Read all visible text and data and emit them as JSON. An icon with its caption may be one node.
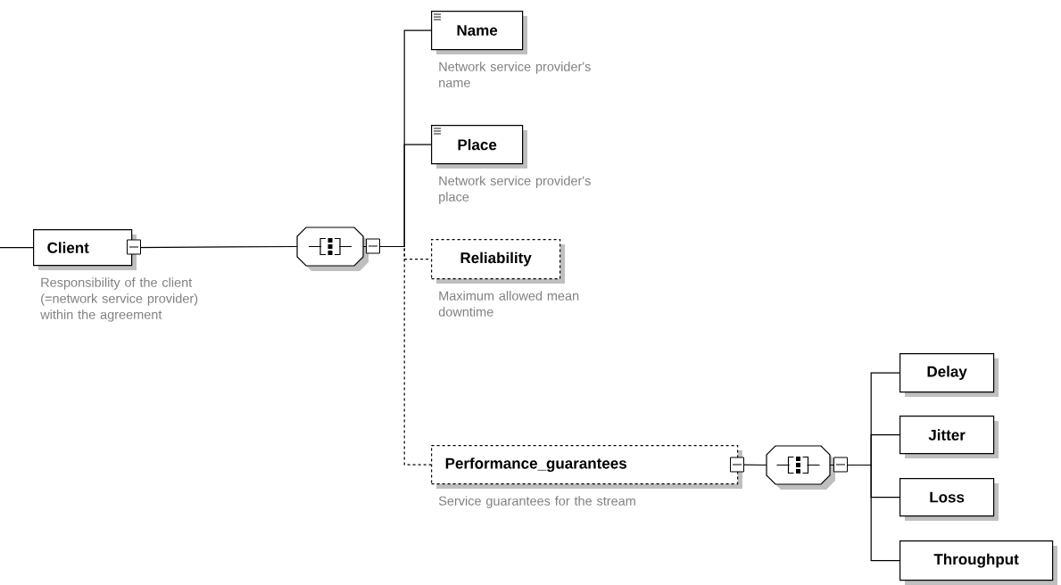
{
  "diagram": {
    "nodes": [
      {
        "text": [
          "Client"
        ],
        "beside": [
          "Responsibility of the client (=network service provider) within the agreement"
        ]
      },
      {
        "text": [],
        "shape": "octagon"
      },
      {
        "text": [
          "Name"
        ],
        "beside": [
          "Network service provider's name"
        ]
      },
      {
        "text": [
          "Place"
        ],
        "beside": [
          "Network service provider's place"
        ]
      },
      {
        "text": [
          "Reliability"
        ],
        "beside": [
          "Maximum allowed mean downtime"
        ]
      },
      {
        "text": [
          "Performance_guarantees"
        ],
        "beside": [
          "Service guarantees for the stream"
        ]
      },
      {
        "text": [],
        "shape": "octagon"
      },
      {
        "text": [
          "Delay"
        ]
      },
      {
        "text": [
          "Jitter"
        ]
      },
      {
        "text": [
          "Loss"
        ]
      },
      {
        "text": [
          "Throughput"
        ]
      }
    ],
    "edges": [
      {
        "from": null,
        "to": 0,
        "arrow": "none"
      },
      {
        "from": 0,
        "to": 1,
        "arrow": "none"
      },
      {
        "from": 1,
        "to": 2,
        "arrow": "none"
      },
      {
        "from": 1,
        "to": 3,
        "arrow": "none"
      },
      {
        "from": 1,
        "to": 4,
        "arrow": "none",
        "style": "dashed"
      },
      {
        "from": 1,
        "to": 5,
        "arrow": "none",
        "style": "dashed"
      },
      {
        "from": 5,
        "to": 6,
        "arrow": "none"
      },
      {
        "from": 6,
        "to": 7,
        "arrow": "none"
      },
      {
        "from": 6,
        "to": 8,
        "arrow": "none"
      },
      {
        "from": 6,
        "to": 9,
        "arrow": "none"
      },
      {
        "from": 6,
        "to": 10,
        "arrow": "none"
      }
    ]
  }
}
